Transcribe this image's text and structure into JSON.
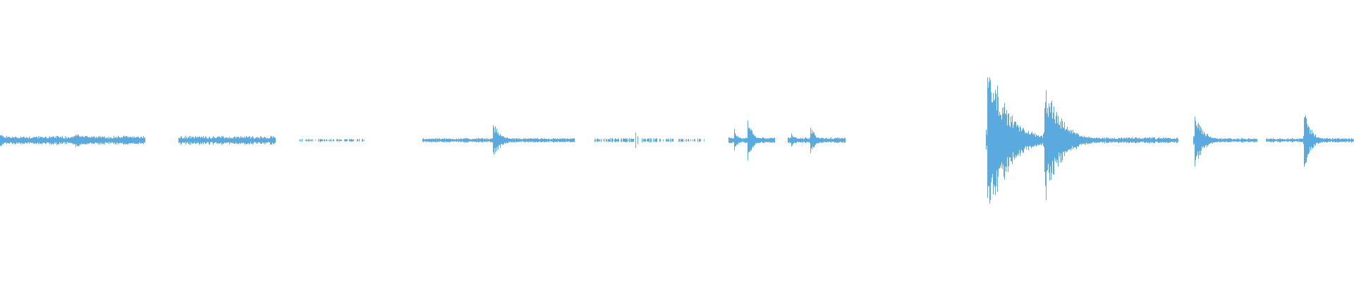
{
  "waveform": {
    "color": "#5aaae0",
    "segments": [
      {
        "start": 0.0,
        "end": 0.107,
        "amp": 0.03,
        "events": [
          {
            "at": 0.0,
            "peak": 0.05,
            "decay": 0.004
          },
          {
            "at": 0.046,
            "peak": 0.025,
            "decay": 0.002
          },
          {
            "at": 0.055,
            "peak": 0.05,
            "decay": 0.015
          },
          {
            "at": 0.072,
            "peak": 0.035,
            "decay": 0.008
          }
        ]
      },
      {
        "start": 0.132,
        "end": 0.203,
        "amp": 0.03,
        "events": [
          {
            "at": 0.16,
            "peak": 0.025,
            "decay": 0.01
          }
        ]
      },
      {
        "start": 0.221,
        "end": 0.269,
        "amp": 0.01,
        "dotted": true,
        "events": []
      },
      {
        "start": 0.312,
        "end": 0.424,
        "amp": 0.015,
        "events": [
          {
            "at": 0.364,
            "peak": 0.12,
            "decay": 0.006
          }
        ]
      },
      {
        "start": 0.439,
        "end": 0.52,
        "amp": 0.015,
        "dotted": true,
        "events": [
          {
            "at": 0.468,
            "peak": 0.08,
            "decay": 0.004
          }
        ]
      },
      {
        "start": 0.538,
        "end": 0.572,
        "amp": 0.02,
        "events": [
          {
            "at": 0.542,
            "peak": 0.09,
            "decay": 0.003
          },
          {
            "at": 0.552,
            "peak": 0.14,
            "decay": 0.004
          }
        ]
      },
      {
        "start": 0.582,
        "end": 0.624,
        "amp": 0.02,
        "events": [
          {
            "at": 0.584,
            "peak": 0.06,
            "decay": 0.003
          },
          {
            "at": 0.598,
            "peak": 0.12,
            "decay": 0.004
          }
        ]
      },
      {
        "start": 0.728,
        "end": 0.87,
        "amp": 0.02,
        "events": [
          {
            "at": 0.729,
            "peak": 0.62,
            "decay": 0.014
          },
          {
            "at": 0.771,
            "peak": 0.42,
            "decay": 0.012
          }
        ]
      },
      {
        "start": 0.881,
        "end": 0.928,
        "amp": 0.015,
        "events": [
          {
            "at": 0.882,
            "peak": 0.22,
            "decay": 0.006
          }
        ]
      },
      {
        "start": 0.935,
        "end": 1.0,
        "amp": 0.015,
        "events": [
          {
            "at": 0.963,
            "peak": 0.22,
            "decay": 0.005
          }
        ]
      }
    ]
  }
}
